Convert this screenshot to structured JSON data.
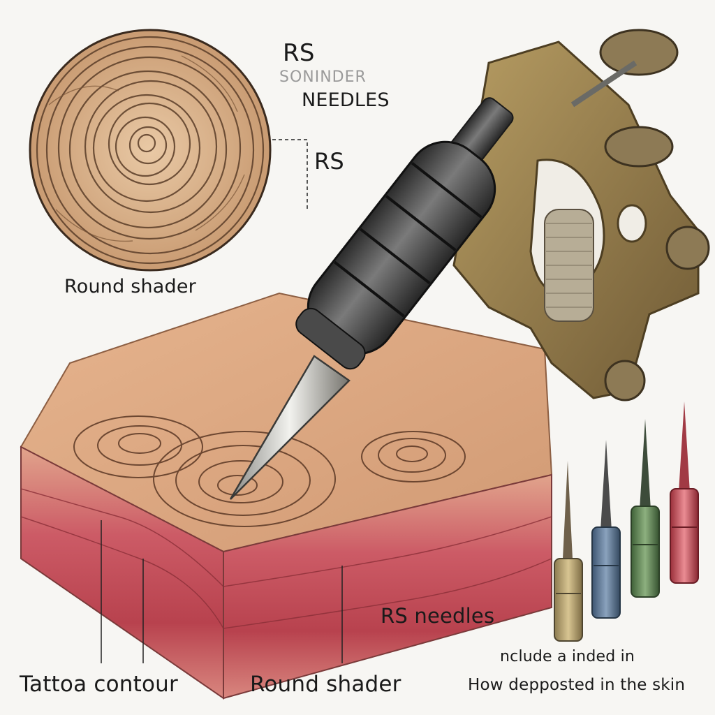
{
  "labels": {
    "rs_top": "RS",
    "faded_text": "SONINDER",
    "needles_top": "NEEDLES",
    "rs_mid": "RS",
    "round_shader_top": "Round shader",
    "rs_needles": "RS needles",
    "include_text": "nclude a inded in",
    "how_text": "How depposted in the skin",
    "tattoo_contour": "Tattoa contour",
    "round_shader_bottom": "Round shader"
  },
  "colors": {
    "background": "#f7f6f3",
    "skin_surface": "#d9a27c",
    "skin_layers": "#c8545e",
    "machine_brass": "#9a8150",
    "grip_dark": "#3b3b3b",
    "needle_tube_colors": [
      "#b39e6e",
      "#5d7794",
      "#5f8a55",
      "#c84e58"
    ]
  },
  "icons": {
    "machine": "tattoo-machine-icon",
    "needles": "needle-cartridge-icon"
  }
}
